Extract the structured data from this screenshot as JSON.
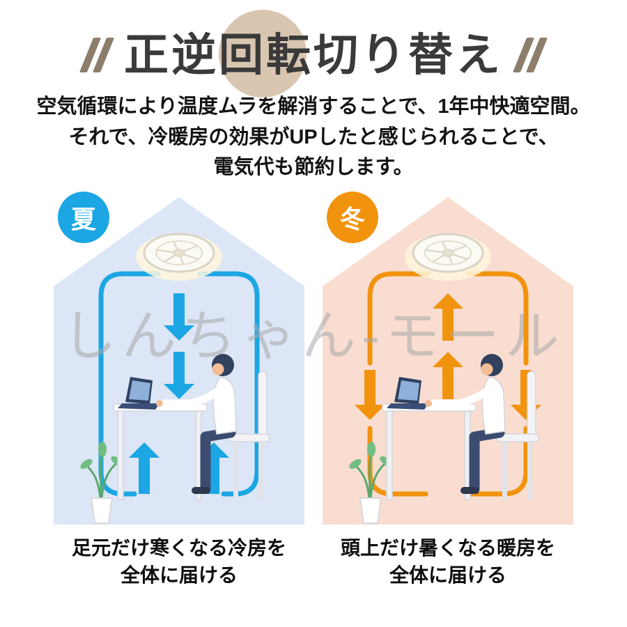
{
  "page": {
    "title": "正逆回転切り替え",
    "watermark": "しんちゃん-モール"
  },
  "description": {
    "lines": [
      "空気循環により温度ムラを解消することで、1年中快適空間。",
      "それで、冷暖房の効果がUPしたと感じられることで、",
      "電気代も節約します。"
    ]
  },
  "panels": {
    "summer": {
      "badge": "夏",
      "caption_lines": [
        "足元だけ寒くなる冷房を",
        "全体に届ける"
      ]
    },
    "winter": {
      "badge": "冬",
      "caption_lines": [
        "頭上だけ暑くなる暖房を",
        "全体に届ける"
      ]
    }
  },
  "colors": {
    "summer-accent": "#1ca6e3",
    "summer-house": "#dce6f6",
    "winter-accent": "#f1930c",
    "winter-house": "#f9ddd0",
    "title-slash": "#8d7e6c",
    "title-circle": "#d9c6b0",
    "watermark": "#a9a9a9"
  }
}
